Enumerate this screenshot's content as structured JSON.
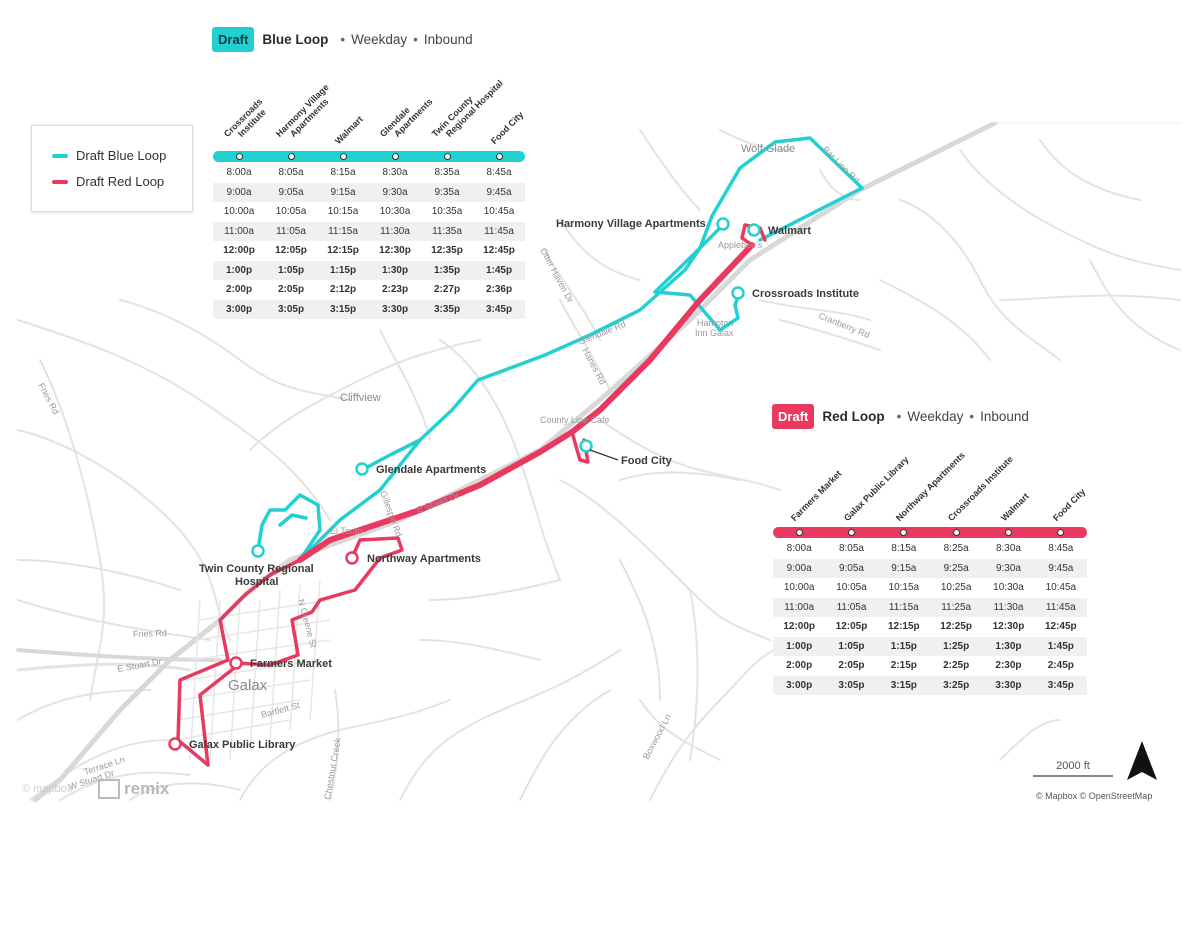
{
  "legend": {
    "items": [
      {
        "label": "Draft Blue Loop",
        "color": "#22d0d2"
      },
      {
        "label": "Draft Red Loop",
        "color": "#e8395f"
      }
    ]
  },
  "blue_schedule": {
    "badge": "Draft",
    "badge_color": "#22d0d2",
    "route_name": "Blue Loop",
    "day_type": "Weekday",
    "direction": "Inbound",
    "separator": "•",
    "stops": [
      {
        "line1": "Crossroads",
        "line2": "Institute"
      },
      {
        "line1": "Harmony Village",
        "line2": "Apartments"
      },
      {
        "line1": "Walmart",
        "line2": ""
      },
      {
        "line1": "Glendale",
        "line2": "Apartments"
      },
      {
        "line1": "Twin County",
        "line2": "Regional Hospital"
      },
      {
        "line1": "Food City",
        "line2": ""
      }
    ],
    "rows": [
      [
        "8:00a",
        "8:05a",
        "8:15a",
        "8:30a",
        "8:35a",
        "8:45a"
      ],
      [
        "9:00a",
        "9:05a",
        "9:15a",
        "9:30a",
        "9:35a",
        "9:45a"
      ],
      [
        "10:00a",
        "10:05a",
        "10:15a",
        "10:30a",
        "10:35a",
        "10:45a"
      ],
      [
        "11:00a",
        "11:05a",
        "11:15a",
        "11:30a",
        "11:35a",
        "11:45a"
      ],
      [
        "12:00p",
        "12:05p",
        "12:15p",
        "12:30p",
        "12:35p",
        "12:45p"
      ],
      [
        "1:00p",
        "1:05p",
        "1:15p",
        "1:30p",
        "1:35p",
        "1:45p"
      ],
      [
        "2:00p",
        "2:05p",
        "2:12p",
        "2:23p",
        "2:27p",
        "2:36p"
      ],
      [
        "3:00p",
        "3:05p",
        "3:15p",
        "3:30p",
        "3:35p",
        "3:45p"
      ]
    ]
  },
  "red_schedule": {
    "badge": "Draft",
    "badge_color": "#e8395f",
    "route_name": "Red Loop",
    "day_type": "Weekday",
    "direction": "Inbound",
    "separator": "•",
    "stops": [
      {
        "line1": "Farmers Market",
        "line2": ""
      },
      {
        "line1": "Galax Public Library",
        "line2": ""
      },
      {
        "line1": "Northway Apartments",
        "line2": ""
      },
      {
        "line1": "Crossroads Institute",
        "line2": ""
      },
      {
        "line1": "Walmart",
        "line2": ""
      },
      {
        "line1": "Food City",
        "line2": ""
      }
    ],
    "rows": [
      [
        "8:00a",
        "8:05a",
        "8:15a",
        "8:25a",
        "8:30a",
        "8:45a"
      ],
      [
        "9:00a",
        "9:05a",
        "9:15a",
        "9:25a",
        "9:30a",
        "9:45a"
      ],
      [
        "10:00a",
        "10:05a",
        "10:15a",
        "10:25a",
        "10:30a",
        "10:45a"
      ],
      [
        "11:00a",
        "11:05a",
        "11:15a",
        "11:25a",
        "11:30a",
        "11:45a"
      ],
      [
        "12:00p",
        "12:05p",
        "12:15p",
        "12:25p",
        "12:30p",
        "12:45p"
      ],
      [
        "1:00p",
        "1:05p",
        "1:15p",
        "1:25p",
        "1:30p",
        "1:45p"
      ],
      [
        "2:00p",
        "2:05p",
        "2:15p",
        "2:25p",
        "2:30p",
        "2:45p"
      ],
      [
        "3:00p",
        "3:05p",
        "3:15p",
        "3:25p",
        "3:30p",
        "3:45p"
      ]
    ]
  },
  "map_labels": {
    "stops": {
      "harmony": "Harmony Village Apartments",
      "walmart": "Walmart",
      "crossroads": "Crossroads Institute",
      "glendale": "Glendale Apartments",
      "food_city": "Food City",
      "twin_county_1": "Twin County Regional",
      "twin_county_2": "Hospital",
      "northway": "Northway Apartments",
      "farmers_market": "Farmers Market",
      "library": "Galax Public Library"
    },
    "places": {
      "wolf_glade": "Wolf Glade",
      "cliffview": "Cliffview",
      "galax": "Galax",
      "applebees": "Applebee's",
      "hampton": "Hampton",
      "hampton2": "Inn Galax",
      "county_line": "County Line Cafe",
      "el_torito": "El Torito"
    },
    "roads": {
      "glendale_rd": "Glendale Rd",
      "cranberry_rd": "Cranberry Rd",
      "fries_rd_1": "Fries Rd",
      "fries_rd_2": "Fries Rd",
      "e_stuart_dr_1": "E Stuart Dr",
      "e_stuart_dr_2": "E Stuart Dr",
      "n_glendale": "Gillespie Rd",
      "n_greene": "N Greene St",
      "bartlett": "Bartlett St",
      "terrace": "Terrace Ln",
      "w_stuart": "W Stuart Dr",
      "boxwood": "Boxwood Ln",
      "chestnut": "Chestnut Creek",
      "otter_haven": "Otter Haven Dr",
      "hanes_rd": "Hanes Rd",
      "bar_line": "Bar Line Rd"
    }
  },
  "scale": {
    "label": "2000 ft"
  },
  "attribution": "© Mapbox © OpenStreetMap",
  "logos": {
    "mapbox": "© mapbox",
    "remix": "remix"
  }
}
